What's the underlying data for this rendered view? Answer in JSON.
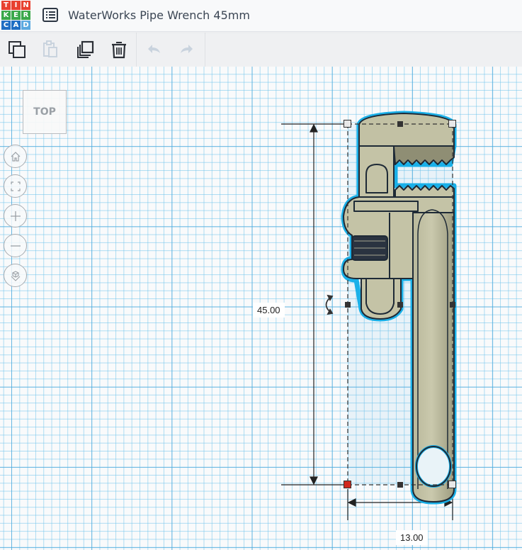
{
  "app": {
    "logo": {
      "letters": [
        "T",
        "I",
        "N",
        "K",
        "E",
        "R",
        "C",
        "A",
        "D"
      ],
      "colors": [
        "#e8402f",
        "#e8402f",
        "#e8402f",
        "#3aa84a",
        "#3aa84a",
        "#3aa84a",
        "#1f6ec4",
        "#1f6ec4",
        "#5aa9e0"
      ]
    },
    "title": "WaterWorks Pipe Wrench 45mm",
    "menu_icon": "list-icon"
  },
  "toolbar": {
    "buttons": [
      {
        "name": "copy",
        "icon": "copy-icon",
        "enabled": true
      },
      {
        "name": "paste",
        "icon": "paste-icon",
        "enabled": false
      },
      {
        "name": "duplicate",
        "icon": "duplicate-icon",
        "enabled": true
      },
      {
        "name": "delete",
        "icon": "trash-icon",
        "enabled": true
      },
      {
        "name": "undo",
        "icon": "undo-icon",
        "enabled": false
      },
      {
        "name": "redo",
        "icon": "redo-icon",
        "enabled": false
      }
    ]
  },
  "viewcube": {
    "label": "TOP"
  },
  "nav_controls": [
    {
      "name": "home-view",
      "icon": "home-icon"
    },
    {
      "name": "fit-view",
      "icon": "fit-all-icon"
    },
    {
      "name": "zoom-in",
      "icon": "plus-icon"
    },
    {
      "name": "zoom-out",
      "icon": "minus-icon"
    },
    {
      "name": "perspective",
      "icon": "ortho-cube-icon"
    }
  ],
  "dimensions": {
    "height": "45.00",
    "width": "13.00"
  },
  "colors": {
    "selection_outline": "#1ab0e8",
    "model_fill": "#c4c3a6",
    "model_stroke": "#1e2a36",
    "handle_red": "#d0281d"
  }
}
